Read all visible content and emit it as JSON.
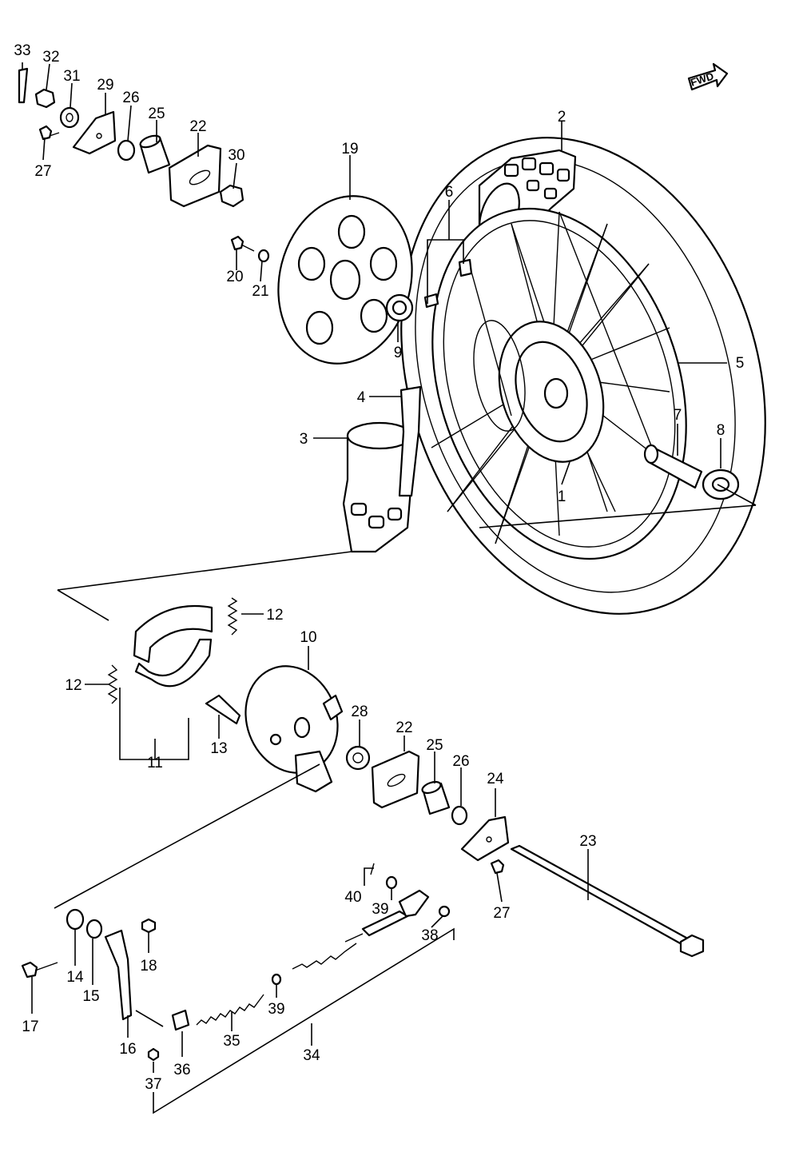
{
  "fwd_badge": "FWD",
  "callouts": {
    "c1": "1",
    "c2": "2",
    "c3": "3",
    "c4": "4",
    "c5": "5",
    "c6": "6",
    "c7": "7",
    "c8": "8",
    "c9": "9",
    "c10": "10",
    "c11": "11",
    "c12a": "12",
    "c12b": "12",
    "c13": "13",
    "c14": "14",
    "c15": "15",
    "c16": "16",
    "c17": "17",
    "c18": "18",
    "c19": "19",
    "c20": "20",
    "c21": "21",
    "c22a": "22",
    "c22b": "22",
    "c23": "23",
    "c24": "24",
    "c25a": "25",
    "c25b": "25",
    "c26a": "26",
    "c26b": "26",
    "c27a": "27",
    "c27b": "27",
    "c28": "28",
    "c29": "29",
    "c30": "30",
    "c31": "31",
    "c32": "32",
    "c33": "33",
    "c34": "34",
    "c35": "35",
    "c36": "36",
    "c37": "37",
    "c38": "38",
    "c39a": "39",
    "c39b": "39",
    "c40": "40"
  }
}
